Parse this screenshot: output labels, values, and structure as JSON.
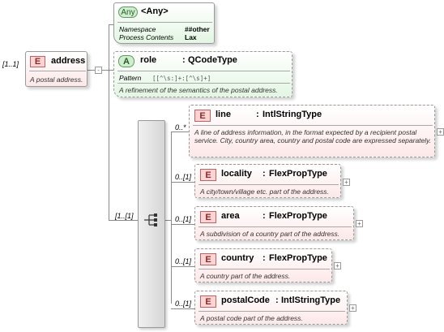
{
  "root": {
    "cardinality": "[1..1]",
    "badge": "E",
    "name": "address",
    "doc": "A postal address."
  },
  "any": {
    "badge": "Any",
    "name": "<Any>",
    "props": [
      {
        "key": "Namespace",
        "value": "##other"
      },
      {
        "key": "Process Contents",
        "value": "Lax"
      }
    ]
  },
  "attribute": {
    "badge": "A",
    "name": "role",
    "sep": ":",
    "type": "QCodeType",
    "pattern_key": "Pattern",
    "pattern_value": "[[^\\s:]+:[^\\s]+]",
    "doc": "A refinement of the semantics of the postal address."
  },
  "sequence": {
    "cardinality": "[1..[1]",
    "icon": "sequence-compositor-icon"
  },
  "children": [
    {
      "cardinality": "0..*",
      "badge": "E",
      "name": "line",
      "type": "IntlStringType",
      "doc": "A line of address information, in the format expected by a recipient postal service. City, country area, country and postal code are expressed separately."
    },
    {
      "cardinality": "0..[1]",
      "badge": "E",
      "name": "locality",
      "type": "FlexPropType",
      "doc": "A city/town/village etc. part of the address."
    },
    {
      "cardinality": "0..[1]",
      "badge": "E",
      "name": "area",
      "type": "FlexPropType",
      "doc": "A subdivision of a country part of the address."
    },
    {
      "cardinality": "0..[1]",
      "badge": "E",
      "name": "country",
      "type": "FlexPropType",
      "doc": "A country part of the address."
    },
    {
      "cardinality": "0..[1]",
      "badge": "E",
      "name": "postalCode",
      "type": "IntlStringType",
      "doc": "A postal code part of the address."
    }
  ],
  "expand_symbol": "+",
  "collapse_symbol": "-",
  "colon": ":",
  "colors": {
    "element_fill": "#fde8e8",
    "attribute_fill": "#e3f6e3",
    "connector": "#8a8a8a"
  }
}
